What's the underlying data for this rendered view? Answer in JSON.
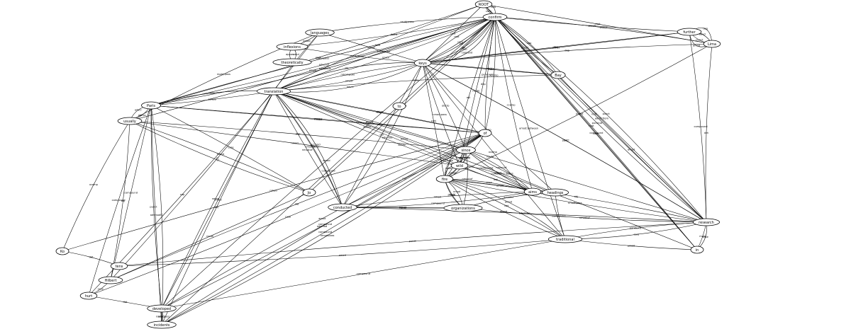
{
  "graph": {
    "nodes": [
      {
        "id": "ROOT",
        "label": "ROOT"
      },
      {
        "id": "confirm",
        "label": "confirm"
      },
      {
        "id": "keys",
        "label": "keys"
      },
      {
        "id": "further",
        "label": "further"
      },
      {
        "id": "Lima",
        "label": "Lima"
      },
      {
        "id": "languages",
        "label": "languages"
      },
      {
        "id": "inflexions",
        "label": "inflexions"
      },
      {
        "id": "theoretically",
        "label": "theoretically"
      },
      {
        "id": "translation",
        "label": "translation"
      },
      {
        "id": "Bay",
        "label": "Bay"
      },
      {
        "id": "Paris",
        "label": "Paris"
      },
      {
        "id": "usually",
        "label": "usually"
      },
      {
        "id": "of",
        "label": "of"
      },
      {
        "id": "since",
        "label": "since"
      },
      {
        "id": "fire",
        "label": "fire"
      },
      {
        "id": "wild",
        "label": "wild"
      },
      {
        "id": "headings",
        "label": "headings"
      },
      {
        "id": "aims",
        "label": "aims"
      },
      {
        "id": "conducted",
        "label": "conducted"
      },
      {
        "id": "organizations",
        "label": "organizations"
      },
      {
        "id": "research",
        "label": "research"
      },
      {
        "id": "traditional",
        "label": "traditional"
      },
      {
        "id": "in",
        "label": "in"
      },
      {
        "id": "to",
        "label": "to"
      },
      {
        "id": "Jo",
        "label": "Jo"
      },
      {
        "id": "Hilbert",
        "label": "Hilbert"
      },
      {
        "id": "hurt",
        "label": "hurt"
      },
      {
        "id": "developed",
        "label": "developed"
      },
      {
        "id": "incidents",
        "label": "incidents"
      },
      {
        "id": "Ko",
        "label": "Ko"
      },
      {
        "id": "tens",
        "label": "tens"
      }
    ],
    "edges": [
      {
        "from": "ROOT",
        "to": "confirm",
        "label": "root"
      },
      {
        "from": "ROOT",
        "to": "confirm",
        "label": "conj"
      },
      {
        "from": "ROOT",
        "to": "keys",
        "label": "root"
      },
      {
        "from": "ROOT",
        "to": "research",
        "label": "root"
      },
      {
        "from": "ROOT",
        "to": "translation",
        "label": "root"
      },
      {
        "from": "ROOT",
        "to": "Paris",
        "label": "root"
      },
      {
        "from": "ROOT",
        "to": "in",
        "label": "root"
      },
      {
        "from": "ROOT",
        "to": "Lima",
        "label": "root"
      },
      {
        "from": "confirm",
        "to": "further",
        "label": "punct"
      },
      {
        "from": "confirm",
        "to": "languages",
        "label": "nsubj:pass"
      },
      {
        "from": "confirm",
        "to": "inflexions",
        "label": "fixed"
      },
      {
        "from": "confirm",
        "to": "translation",
        "label": "nsubj"
      },
      {
        "from": "confirm",
        "to": "translation",
        "label": "compound"
      },
      {
        "from": "confirm",
        "to": "Paris",
        "label": "advcl:of"
      },
      {
        "from": "confirm",
        "to": "Paris",
        "label": "nsubj:pass"
      },
      {
        "from": "confirm",
        "to": "since",
        "label": "dep"
      },
      {
        "from": "confirm",
        "to": "of",
        "label": "xcomp"
      },
      {
        "from": "confirm",
        "to": "of",
        "label": "parataxis"
      },
      {
        "from": "confirm",
        "to": "wild",
        "label": "nsubj"
      },
      {
        "from": "confirm",
        "to": "aims",
        "label": "ccomp"
      },
      {
        "from": "confirm",
        "to": "research",
        "label": "punct"
      },
      {
        "from": "confirm",
        "to": "research",
        "label": "advcl:from"
      },
      {
        "from": "confirm",
        "to": "research",
        "label": "punct:of"
      },
      {
        "from": "confirm",
        "to": "traditional",
        "label": "amod:between"
      },
      {
        "from": "confirm",
        "to": "in",
        "label": "case"
      },
      {
        "from": "confirm",
        "to": "in",
        "label": "compound"
      },
      {
        "from": "confirm",
        "to": "Bay",
        "label": "cop"
      },
      {
        "from": "confirm",
        "to": "Bay",
        "label": "punct"
      },
      {
        "from": "confirm",
        "to": "keys",
        "label": "dep"
      },
      {
        "from": "confirm",
        "to": "keys",
        "label": "obl"
      },
      {
        "from": "confirm",
        "to": "Lima",
        "label": "punct"
      },
      {
        "from": "confirm",
        "to": "usually",
        "label": "amod"
      },
      {
        "from": "confirm",
        "to": "incidents",
        "label": "compound"
      },
      {
        "from": "confirm",
        "to": "fire",
        "label": "obl"
      },
      {
        "from": "confirm",
        "to": "developed",
        "label": "amod"
      },
      {
        "from": "further",
        "to": "Lima",
        "label": "dep"
      },
      {
        "from": "further",
        "to": "Lima",
        "label": "advcl"
      },
      {
        "from": "further",
        "to": "Lima",
        "label": "punct"
      },
      {
        "from": "further",
        "to": "Lima",
        "label": "amod"
      },
      {
        "from": "Lima",
        "to": "keys",
        "label": "dep"
      },
      {
        "from": "Lima",
        "to": "fire",
        "label": "punct"
      },
      {
        "from": "languages",
        "to": "inflexions",
        "label": "amod"
      },
      {
        "from": "languages",
        "to": "keys",
        "label": "amod"
      },
      {
        "from": "languages",
        "to": "translation",
        "label": "nmod"
      },
      {
        "from": "languages",
        "to": "usually",
        "label": "nsubj:pass"
      },
      {
        "from": "languages",
        "to": "Hilbert",
        "label": "cc"
      },
      {
        "from": "inflexions",
        "to": "theoretically",
        "label": "advcl"
      },
      {
        "from": "inflexions",
        "to": "theoretically",
        "label": "appos"
      },
      {
        "from": "inflexions",
        "to": "keys",
        "label": "nsubj:pass"
      },
      {
        "from": "keys",
        "to": "further",
        "label": "punct"
      },
      {
        "from": "keys",
        "to": "further",
        "label": "dep"
      },
      {
        "from": "keys",
        "to": "confirm",
        "label": "root"
      },
      {
        "from": "keys",
        "to": "confirm",
        "label": "conj"
      },
      {
        "from": "keys",
        "to": "confirm",
        "label": "obl"
      },
      {
        "from": "keys",
        "to": "confirm",
        "label": "conj:and"
      },
      {
        "from": "keys",
        "to": "translation",
        "label": "advcl"
      },
      {
        "from": "keys",
        "to": "translation",
        "label": "nmod"
      },
      {
        "from": "keys",
        "to": "translation",
        "label": "nmod:poss"
      },
      {
        "from": "keys",
        "to": "translation",
        "label": "obl"
      },
      {
        "from": "keys",
        "to": "Bay",
        "label": "det"
      },
      {
        "from": "keys",
        "to": "Bay",
        "label": "obl:to"
      },
      {
        "from": "keys",
        "to": "since",
        "label": "obl:to"
      },
      {
        "from": "keys",
        "to": "fire",
        "label": "conj"
      },
      {
        "from": "keys",
        "to": "wild",
        "label": "nmod:poss"
      },
      {
        "from": "keys",
        "to": "headings",
        "label": "ccomp"
      },
      {
        "from": "keys",
        "to": "conducted",
        "label": "advmod"
      },
      {
        "from": "keys",
        "to": "conducted",
        "label": "obl"
      },
      {
        "from": "keys",
        "to": "research",
        "label": "det"
      },
      {
        "from": "keys",
        "to": "traditional",
        "label": "xcomp"
      },
      {
        "from": "Paris",
        "to": "confirm",
        "label": "parataxis"
      },
      {
        "from": "Paris",
        "to": "translation",
        "label": "case"
      },
      {
        "from": "Paris",
        "to": "translation",
        "label": "conj:or"
      },
      {
        "from": "Paris",
        "to": "usually",
        "label": "obl:as"
      },
      {
        "from": "Paris",
        "to": "usually",
        "label": "advcl"
      },
      {
        "from": "Paris",
        "to": "of",
        "label": "nmod"
      },
      {
        "from": "Paris",
        "to": "of",
        "label": "xcomp"
      },
      {
        "from": "Paris",
        "to": "Jo",
        "label": "case"
      },
      {
        "from": "Paris",
        "to": "Hilbert",
        "label": "compound"
      },
      {
        "from": "Paris",
        "to": "hurt",
        "label": "compound"
      },
      {
        "from": "Paris",
        "to": "developed",
        "label": "punct"
      },
      {
        "from": "Paris",
        "to": "incidents",
        "label": "cc"
      },
      {
        "from": "Paris",
        "to": "incidents",
        "label": "advmod"
      },
      {
        "from": "usually",
        "to": "Jo",
        "label": "nmod"
      },
      {
        "from": "usually",
        "to": "Jo",
        "label": "cc"
      },
      {
        "from": "usually",
        "to": "Ko",
        "label": "xcomp"
      },
      {
        "from": "usually",
        "to": "Hilbert",
        "label": "obj"
      },
      {
        "from": "usually",
        "to": "since",
        "label": "dep"
      },
      {
        "from": "usually",
        "to": "wild",
        "label": "nmod"
      },
      {
        "from": "of",
        "to": "Ko",
        "label": "nmod"
      },
      {
        "from": "of",
        "to": "Hilbert",
        "label": "obj"
      },
      {
        "from": "of",
        "to": "hurt",
        "label": "case"
      },
      {
        "from": "of",
        "to": "developed",
        "label": "compound"
      },
      {
        "from": "of",
        "to": "developed",
        "label": "amod"
      },
      {
        "from": "of",
        "to": "incidents",
        "label": "compound"
      },
      {
        "from": "of",
        "to": "incidents",
        "label": "advmod"
      },
      {
        "from": "of",
        "to": "fire",
        "label": "nsubj"
      },
      {
        "from": "Hilbert",
        "to": "hurt",
        "label": "case"
      },
      {
        "from": "hurt",
        "to": "developed",
        "label": "det"
      },
      {
        "from": "developed",
        "to": "incidents",
        "label": "nsubj:pass"
      },
      {
        "from": "developed",
        "to": "translation",
        "label": "amod"
      },
      {
        "from": "translation",
        "to": "Bay",
        "label": "case"
      },
      {
        "from": "translation",
        "to": "wild",
        "label": "appos"
      },
      {
        "from": "translation",
        "to": "aims",
        "label": "amod"
      },
      {
        "from": "translation",
        "to": "aims",
        "label": "obl:to"
      },
      {
        "from": "translation",
        "to": "conducted",
        "label": "nmod:poss"
      },
      {
        "from": "translation",
        "to": "conducted",
        "label": "obj"
      },
      {
        "from": "translation",
        "to": "conducted",
        "label": "nmod:of"
      },
      {
        "from": "translation",
        "to": "research",
        "label": "nsubj"
      },
      {
        "from": "translation",
        "to": "since",
        "label": "punct"
      },
      {
        "from": "translation",
        "to": "of",
        "label": "cop"
      },
      {
        "from": "translation",
        "to": "of",
        "label": "obl:as"
      },
      {
        "from": "translation",
        "to": "hurt",
        "label": "cop"
      },
      {
        "from": "translation",
        "to": "developed",
        "label": "nmod"
      },
      {
        "from": "translation",
        "to": "incidents",
        "label": "obj"
      },
      {
        "from": "since",
        "to": "wild",
        "label": "compound"
      },
      {
        "from": "since",
        "to": "wild",
        "label": "punct"
      },
      {
        "from": "since",
        "to": "fire",
        "label": "nmod"
      },
      {
        "from": "since",
        "to": "fire",
        "label": "det"
      },
      {
        "from": "since",
        "to": "fire",
        "label": "case"
      },
      {
        "from": "since",
        "to": "headings",
        "label": "appos"
      },
      {
        "from": "since",
        "to": "organizations",
        "label": "nmod:of"
      },
      {
        "from": "since",
        "to": "aims",
        "label": "nmod:of"
      },
      {
        "from": "since",
        "to": "aims",
        "label": "amod"
      },
      {
        "from": "wild",
        "to": "fire",
        "label": "amod"
      },
      {
        "from": "wild",
        "to": "fire",
        "label": "nsubj"
      },
      {
        "from": "wild",
        "to": "aims",
        "label": "compound"
      },
      {
        "from": "wild",
        "to": "aims",
        "label": "det"
      },
      {
        "from": "fire",
        "to": "headings",
        "label": "amod"
      },
      {
        "from": "fire",
        "to": "organizations",
        "label": "nmod"
      },
      {
        "from": "fire",
        "to": "organizations",
        "label": "punct"
      },
      {
        "from": "fire",
        "to": "organizations",
        "label": "nsubj"
      },
      {
        "from": "fire",
        "to": "research",
        "label": "obj"
      },
      {
        "from": "fire",
        "to": "research",
        "label": "nmod:poss"
      },
      {
        "from": "fire",
        "to": "traditional",
        "label": "det"
      },
      {
        "from": "fire",
        "to": "traditional",
        "label": "amod"
      },
      {
        "from": "fire",
        "to": "aims",
        "label": "case"
      },
      {
        "from": "aims",
        "to": "conducted",
        "label": "compound"
      },
      {
        "from": "aims",
        "to": "conducted",
        "label": "nmod"
      },
      {
        "from": "aims",
        "to": "headings",
        "label": "case"
      },
      {
        "from": "conducted",
        "to": "organizations",
        "label": "nsubj"
      },
      {
        "from": "conducted",
        "to": "organizations",
        "label": "appos"
      },
      {
        "from": "conducted",
        "to": "research",
        "label": "advcl:for"
      },
      {
        "from": "conducted",
        "to": "since",
        "label": "obl"
      },
      {
        "from": "conducted",
        "to": "translation",
        "label": "acl:relcl"
      },
      {
        "from": "organizations",
        "to": "research",
        "label": "nmod:of"
      },
      {
        "from": "organizations",
        "to": "headings",
        "label": "acl:relcl"
      },
      {
        "from": "research",
        "to": "traditional",
        "label": "conj"
      },
      {
        "from": "research",
        "to": "traditional",
        "label": "parataxis"
      },
      {
        "from": "research",
        "to": "in",
        "label": "mark"
      },
      {
        "from": "research",
        "to": "further",
        "label": "compound"
      },
      {
        "from": "research",
        "to": "Lima",
        "label": "det"
      },
      {
        "from": "research",
        "to": "Bay",
        "label": "amod"
      },
      {
        "from": "research",
        "to": "keys",
        "label": "punct"
      },
      {
        "from": "traditional",
        "to": "in",
        "label": "amod"
      },
      {
        "from": "traditional",
        "to": "fire",
        "label": "amod"
      },
      {
        "from": "traditional",
        "to": "tens",
        "label": "amod"
      },
      {
        "from": "traditional",
        "to": "headings",
        "label": "compound"
      },
      {
        "from": "traditional",
        "to": "developed",
        "label": "compound"
      },
      {
        "from": "in",
        "to": "research",
        "label": "case"
      },
      {
        "from": "in",
        "to": "translation",
        "label": "compound"
      },
      {
        "from": "tens",
        "to": "research",
        "label": "punct"
      },
      {
        "from": "Ko",
        "to": "tens",
        "label": "det"
      },
      {
        "from": "Jo",
        "to": "Hilbert",
        "label": "nsubj"
      },
      {
        "from": "Jo",
        "to": "confirm",
        "label": "punct"
      },
      {
        "from": "incidents",
        "to": "of",
        "label": "nmod:poss"
      },
      {
        "from": "incidents",
        "to": "developed",
        "label": "advcl"
      }
    ]
  }
}
